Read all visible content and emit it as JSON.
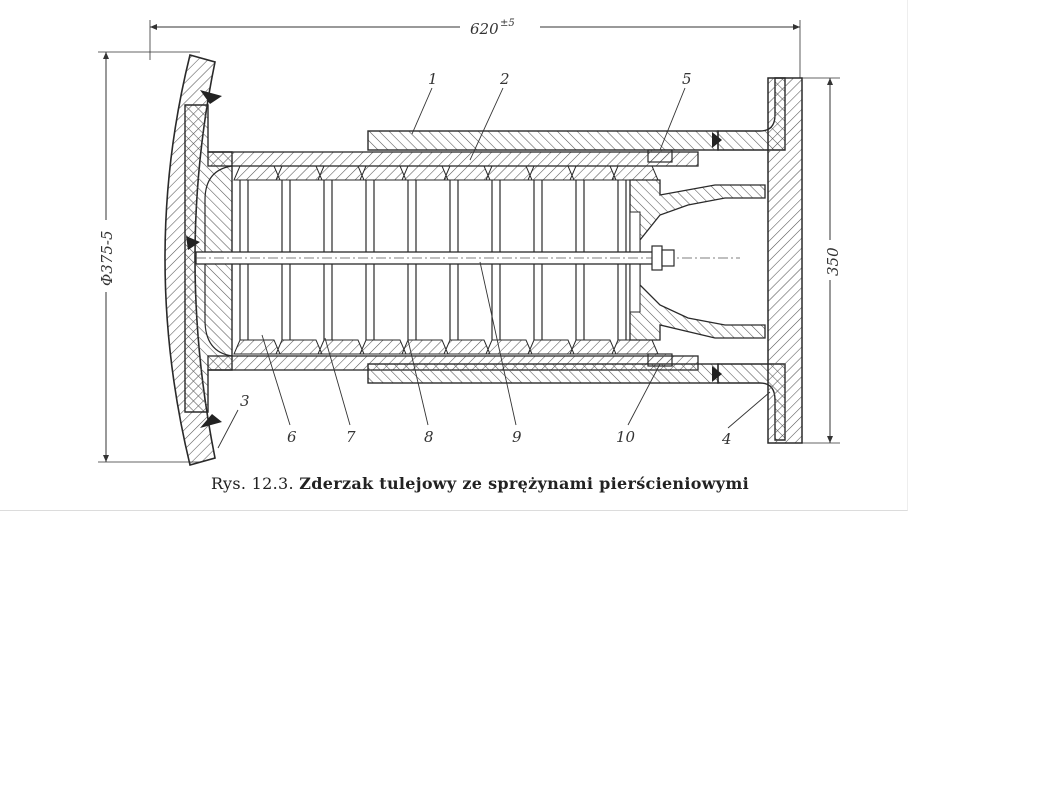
{
  "figure": {
    "caption_label": "Rys. 12.3.",
    "caption_title": "Zderzak tulejowy ze sprężynami pierścieniowymi"
  },
  "dimensions": {
    "overall_length": "620",
    "overall_length_tolerance": "±5",
    "plate_diameter": "Φ375-5",
    "flange_height": "350"
  },
  "part_numbers": [
    "1",
    "2",
    "3",
    "4",
    "5",
    "6",
    "7",
    "8",
    "9",
    "10"
  ],
  "colors": {
    "line": "#2a2a2a",
    "hatch": "#555555",
    "paper": "#ffffff"
  }
}
